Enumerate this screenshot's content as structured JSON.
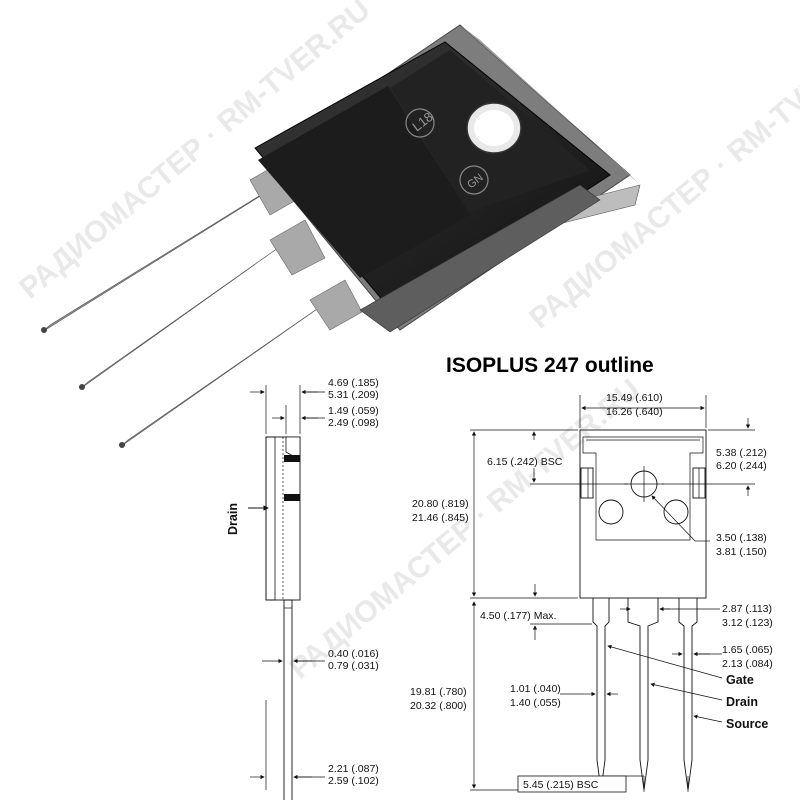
{
  "title": "ISOPLUS 247 outline",
  "watermark": "РАДИОМАСТЕР · RM-TVER.RU",
  "photo": {
    "marking_a": "L18",
    "marking_b": "GN"
  },
  "side_view": {
    "drain_label": "Drain",
    "dim_top_1a": "4.69 (.185)",
    "dim_top_1b": "5.31 (.209)",
    "dim_top_2a": "1.49 (.059)",
    "dim_top_2b": "2.49 (.098)",
    "dim_lead_a": "0.40 (.016)",
    "dim_lead_b": "0.79 (.031)",
    "dim_bottom_a": "2.21 (.087)",
    "dim_bottom_b": "2.59 (.102)"
  },
  "front_view": {
    "width_a": "15.49 (.610)",
    "width_b": "16.26 (.640)",
    "bsc_hole": "6.15 (.242) BSC",
    "height_a": "20.80 (.819)",
    "height_b": "21.46 (.845)",
    "hole_offset_a": "5.38 (.212)",
    "hole_offset_b": "6.20 (.244)",
    "hole_dia_a": "3.50 (.138)",
    "hole_dia_b": "3.81 (.150)",
    "max_dim": "4.50 (.177) Max.",
    "lead_w_a": "2.87 (.113)",
    "lead_w_b": "3.12 (.123)",
    "lead_len_a": "19.81 (.780)",
    "lead_len_b": "20.32 (.800)",
    "lead_n_a": "1.65 (.065)",
    "lead_n_b": "2.13 (.084)",
    "lead_t_a": "1.01 (.040)",
    "lead_t_b": "1.40 (.055)",
    "pitch": "5.45 (.215) BSC",
    "gate": "Gate",
    "drain": "Drain",
    "source": "Source"
  }
}
